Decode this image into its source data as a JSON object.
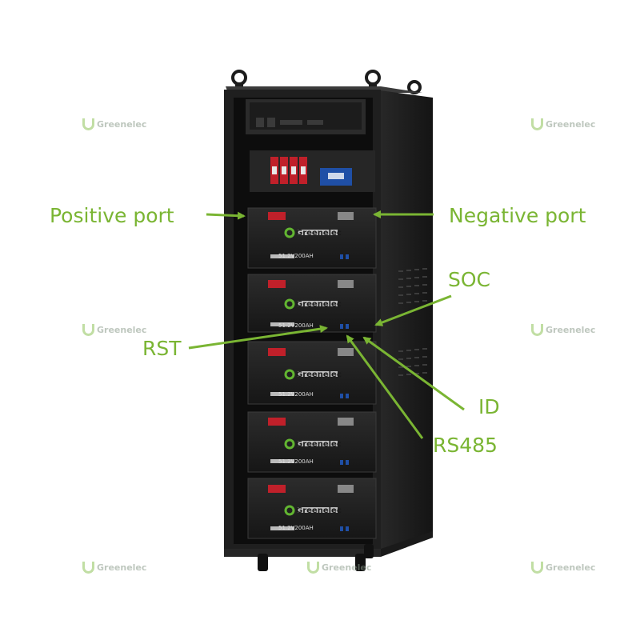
{
  "labels": {
    "positive_port": "Positive port",
    "negative_port": "Negative port",
    "soc": "SOC",
    "rst": "RST",
    "id": "ID",
    "rs485": "RS485"
  },
  "modules": {
    "brand": "Greenelec",
    "capacity": "51.2V200AH",
    "count": 5
  },
  "watermark": {
    "brand": "Greenelec"
  },
  "colors": {
    "callout_green": "#7ab533",
    "cabinet": "#1e1e1e",
    "positive_terminal": "#c0202a",
    "breaker_blue": "#1f4fa6",
    "logo_green": "#62b531"
  }
}
